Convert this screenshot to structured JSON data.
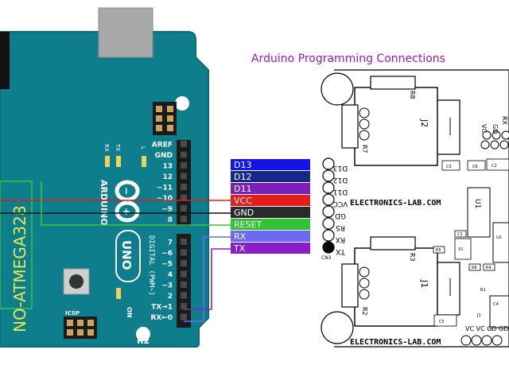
{
  "title": "Arduino  Programming Connections",
  "colors": {
    "board": "#0f7e8c",
    "board_edge": "#0a6b78",
    "usb": "#a8a8a8",
    "header": "#1b1b1b",
    "title": "#9b1bb5",
    "wire_red": "#e31a1a",
    "wire_black": "#111111",
    "wire_green": "#3ec43e",
    "wire_purple": "#7a2bc2"
  },
  "arduino": {
    "chip_label": "NO-ATMEGA328",
    "brand_vertical": "ARDUINO",
    "model": "UNO",
    "revision": "R2",
    "digital_label": "DIGITAL (PWM~)",
    "on_label": "ON",
    "icsp_label": "ICSP",
    "led_labels": [
      "RX",
      "TX",
      "L"
    ],
    "top_pin_labels": [
      "AREF",
      "GND",
      "13",
      "12",
      "~11",
      "~10",
      "~9",
      "8"
    ],
    "bottom_pin_labels": [
      "7",
      "~6",
      "~5",
      "4",
      "~3",
      "2",
      "TX→1",
      "RX←0"
    ]
  },
  "signals": [
    {
      "label": "D13",
      "color": "#1414e6",
      "text_color": "#ffffff"
    },
    {
      "label": "D12",
      "color": "#14288c",
      "text_color": "#ffffff"
    },
    {
      "label": "D11",
      "color": "#7a1fb8",
      "text_color": "#ffffff"
    },
    {
      "label": "VCC",
      "color": "#e61c1c",
      "text_color": "#ffffff"
    },
    {
      "label": "GND",
      "color": "#2a2a2a",
      "text_color": "#ffffff"
    },
    {
      "label": "RESET",
      "color": "#33c233",
      "text_color": "#ffffff"
    },
    {
      "label": "RX",
      "color": "#6a6af0",
      "text_color": "#ffffff"
    },
    {
      "label": "TX",
      "color": "#8a1ec8",
      "text_color": "#ffffff"
    }
  ],
  "module": {
    "brand_top": "ELECTRONICS-LAB.COM",
    "brand_bottom": "ELECTRONICS-LAB.COM",
    "pin_labels": [
      "D13",
      "D12",
      "D11",
      "VCC",
      "GD",
      "RS",
      "RX",
      "TX"
    ],
    "cn_label": "CN3",
    "relay_labels": [
      "J2",
      "J1"
    ],
    "resistor_labels": [
      "R8",
      "R7",
      "R3",
      "R2"
    ],
    "ic_label": "U1",
    "bottom_pins": [
      "VC",
      "VC",
      "GD",
      "GD"
    ],
    "right_pins": [
      "VC",
      "GD",
      "RX"
    ],
    "part_labels": [
      "C3",
      "C6",
      "C2",
      "C1",
      "R5",
      "X1",
      "R6",
      "R4",
      "C5",
      "C4",
      "U2",
      "R1",
      "J1"
    ]
  }
}
